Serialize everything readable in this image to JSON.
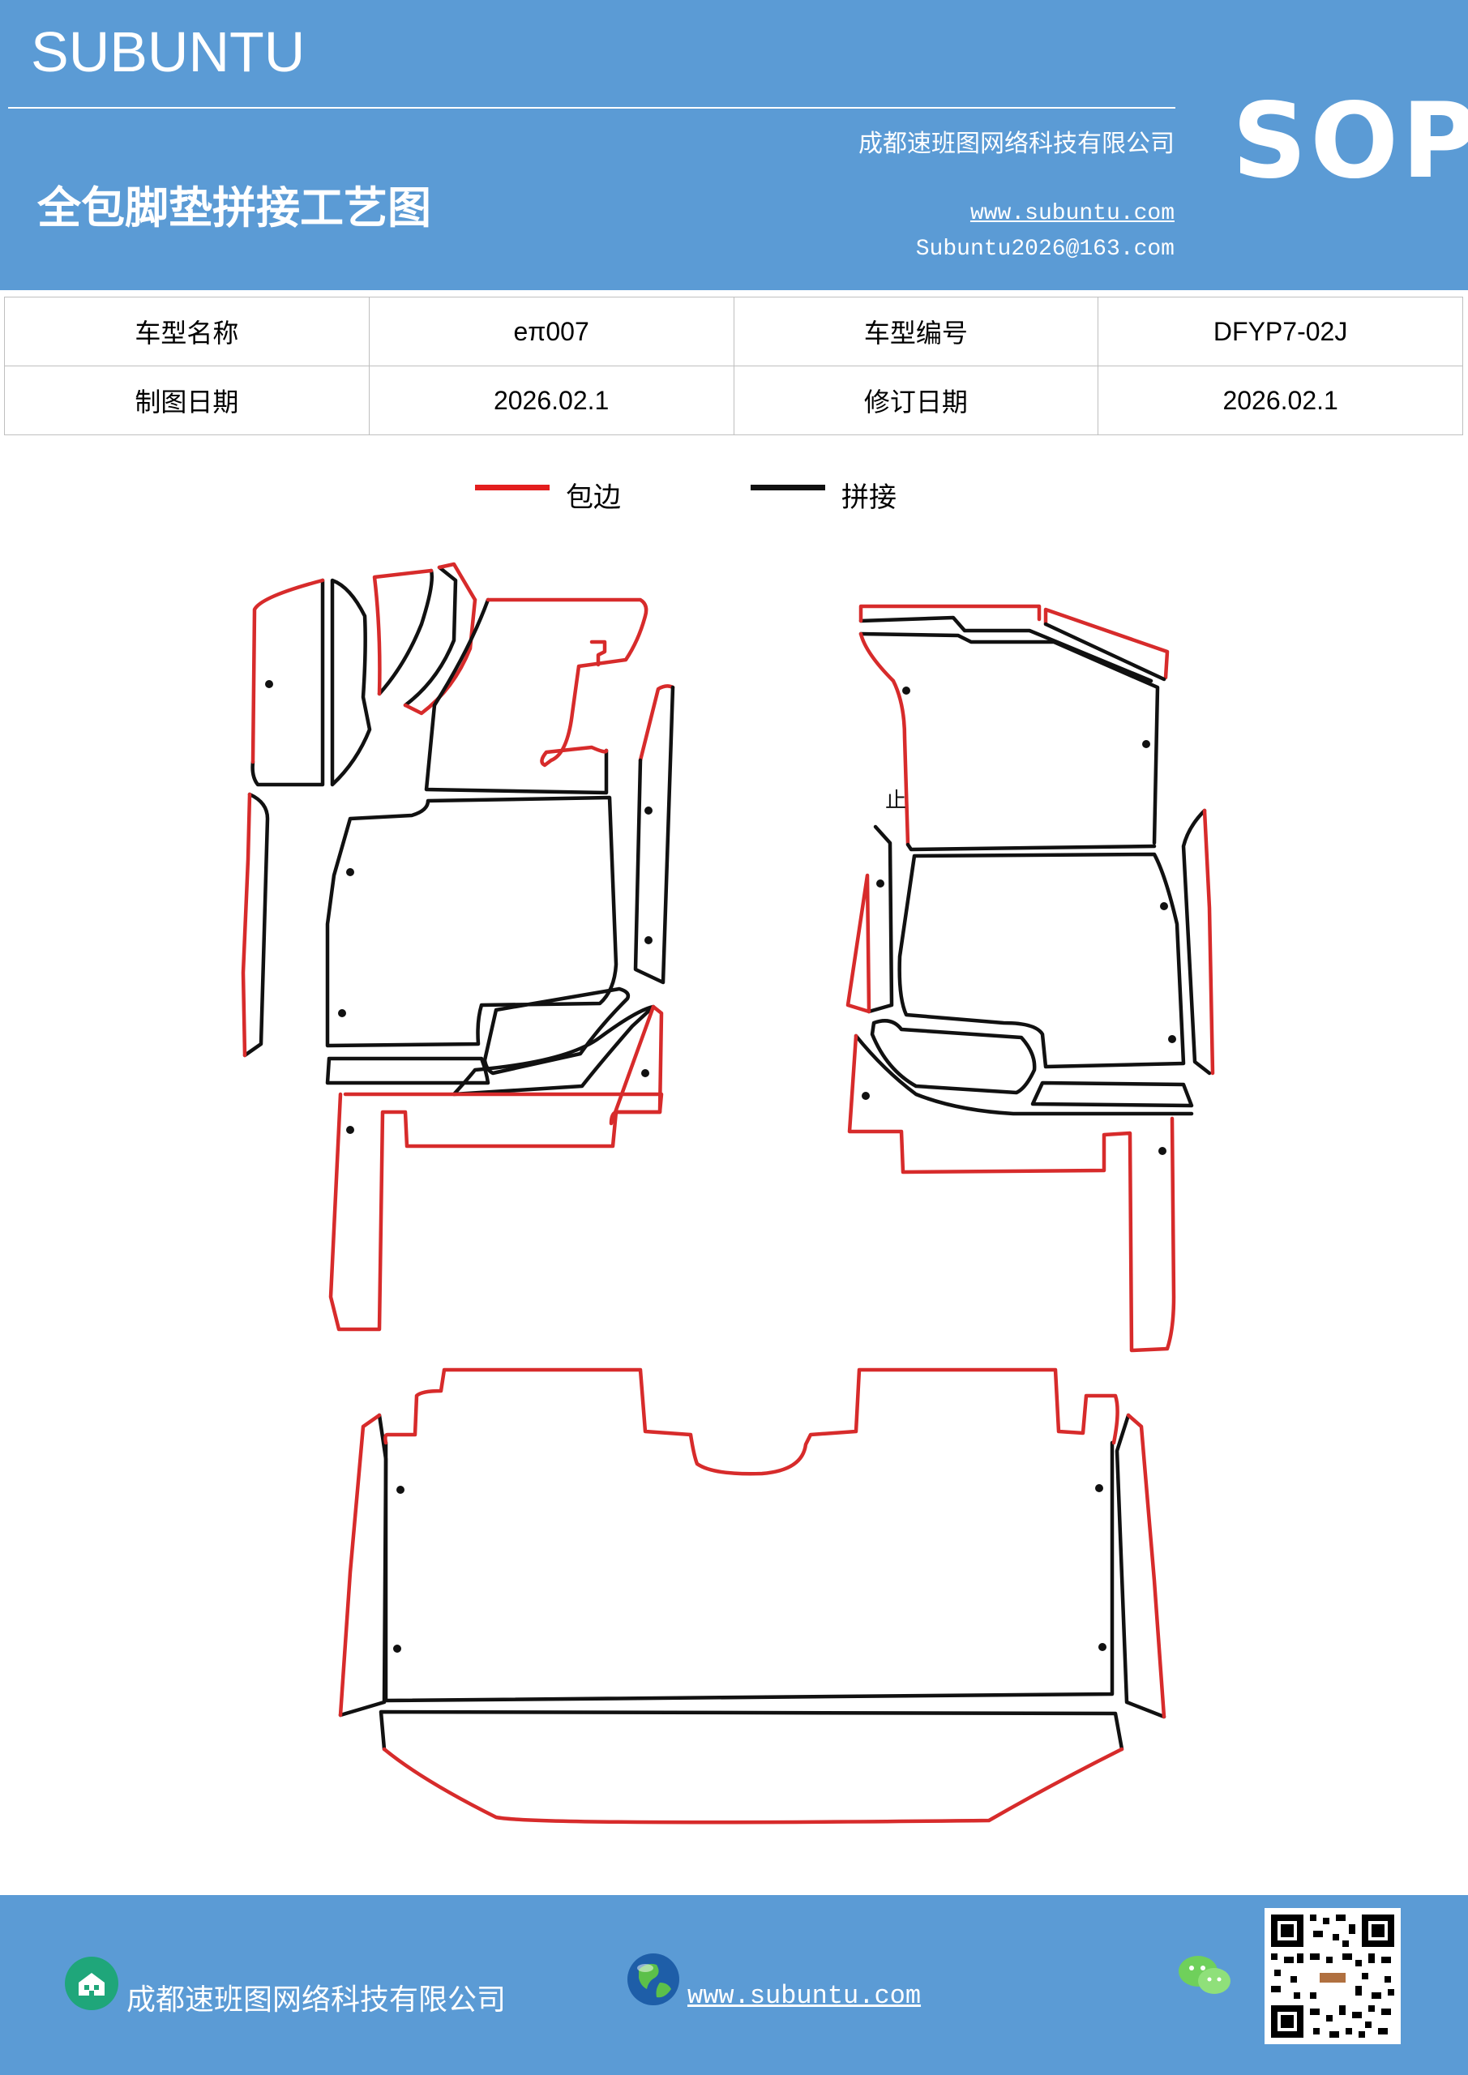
{
  "header": {
    "brand": "SUBUNTU",
    "company": "成都速班图网络科技有限公司",
    "title": "全包脚垫拼接工艺图",
    "website": "www.subuntu.com",
    "email": "Subuntu2026@163.com",
    "badge": "SOP"
  },
  "info_table": {
    "model_name_label": "车型名称",
    "model_name_value": "eπ007",
    "model_code_label": "车型编号",
    "model_code_value": "DFYP7-02J",
    "draw_date_label": "制图日期",
    "draw_date_value": "2026.02.1",
    "revise_date_label": "修订日期",
    "revise_date_value": "2026.02.1"
  },
  "legend": {
    "edge_label": "包边",
    "edge_color": "#e31e1e",
    "splice_label": "拼接",
    "splice_color": "#111111"
  },
  "diagram": {
    "pattern_mark": "止"
  },
  "footer": {
    "company": "成都速班图网络科技有限公司",
    "website": "www.subuntu.com",
    "icons": [
      "building-icon",
      "globe-icon",
      "wechat-icon",
      "qr-code"
    ]
  }
}
